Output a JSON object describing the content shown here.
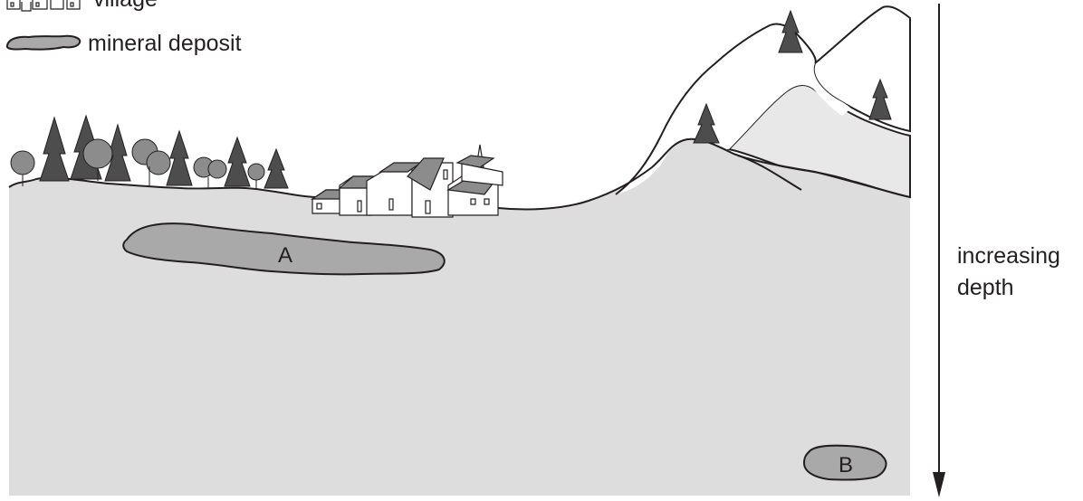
{
  "legend": {
    "village_label": "village",
    "deposit_label": "mineral deposit"
  },
  "deposits": {
    "a_label": "A",
    "b_label": "B"
  },
  "depth_axis": {
    "line1": "increasing",
    "line2": "depth"
  },
  "colors": {
    "ground": "#dddddd",
    "mountain_fill": "#e8e8e8",
    "deposit_fill": "#a9a9a9",
    "outline": "#231f20",
    "tree_dark": "#4d4d4d",
    "tree_light": "#8c8c8c"
  },
  "icons": {
    "village": "village-icon",
    "deposit": "mineral-deposit-icon",
    "arrow": "arrow-down-icon"
  }
}
